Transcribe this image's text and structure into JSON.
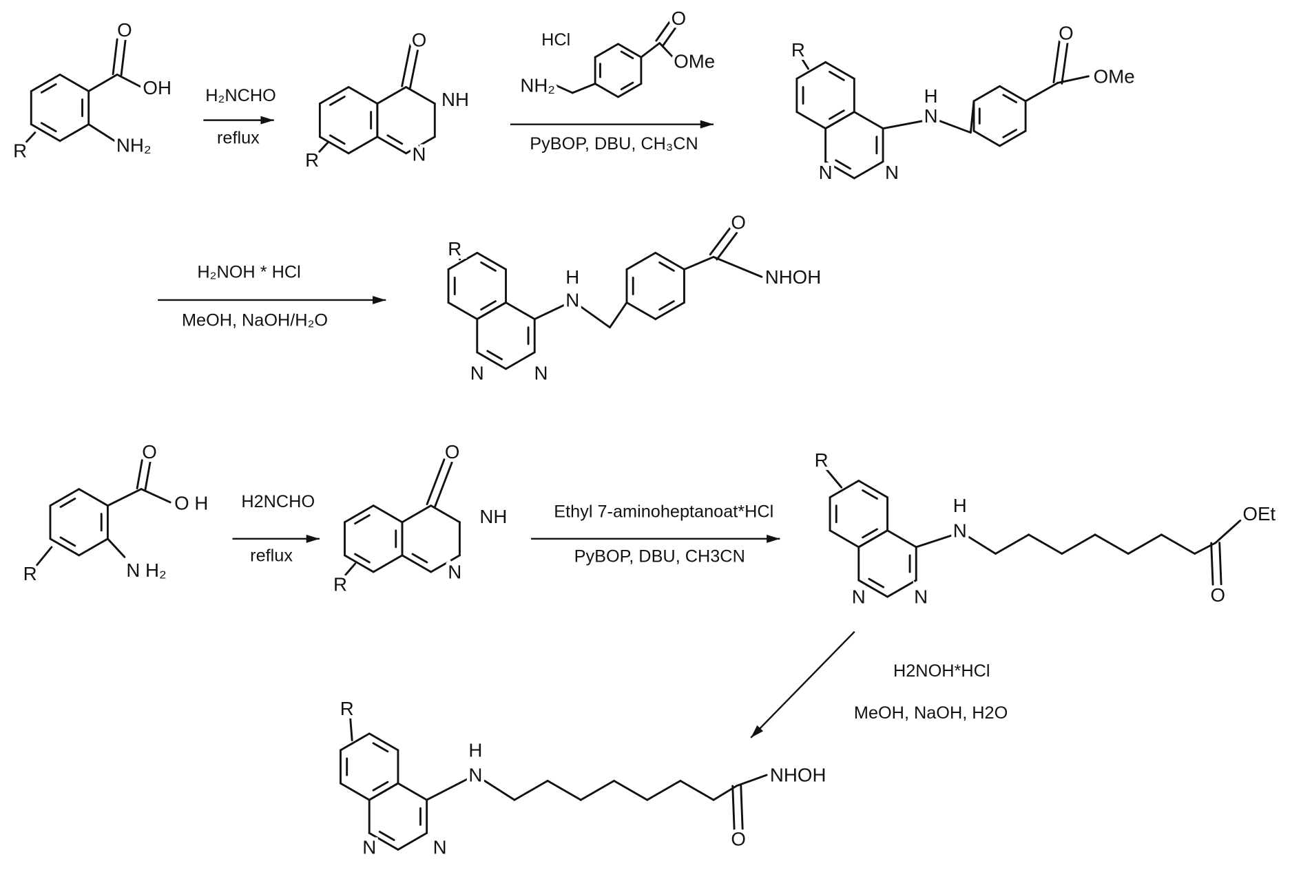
{
  "title": "Synthesis scheme of quinazoline hydroxamic acids",
  "reagents": {
    "step1_top": "H₂NCHO",
    "step1_bottom": "reflux",
    "step2_top": "HCl",
    "step2_bottom": "PyBOP,  DBU,  CH₃CN",
    "step3_top": "H₂NOH * HCl",
    "step3_bottom": "MeOH, NaOH/H₂O",
    "step4_top": "H2NCHO",
    "step4_bottom": "reflux",
    "step5_top": "Ethyl 7-aminoheptanoat*HCl",
    "step5_bottom": "PyBOP, DBU, CH3CN",
    "step6_top": "H2NOH*HCl",
    "step6_bottom": "MeOH, NaOH, H2O"
  },
  "atoms": {
    "R": "R",
    "O": "O",
    "OH": "OH",
    "OH_spaced": "O H",
    "NH2": "NH₂",
    "NH2_spaced": "N H₂",
    "NH": "NH",
    "N": "N",
    "H": "H",
    "OMe": "OMe",
    "NHOH": "NHOH",
    "OEt": "OEt"
  }
}
